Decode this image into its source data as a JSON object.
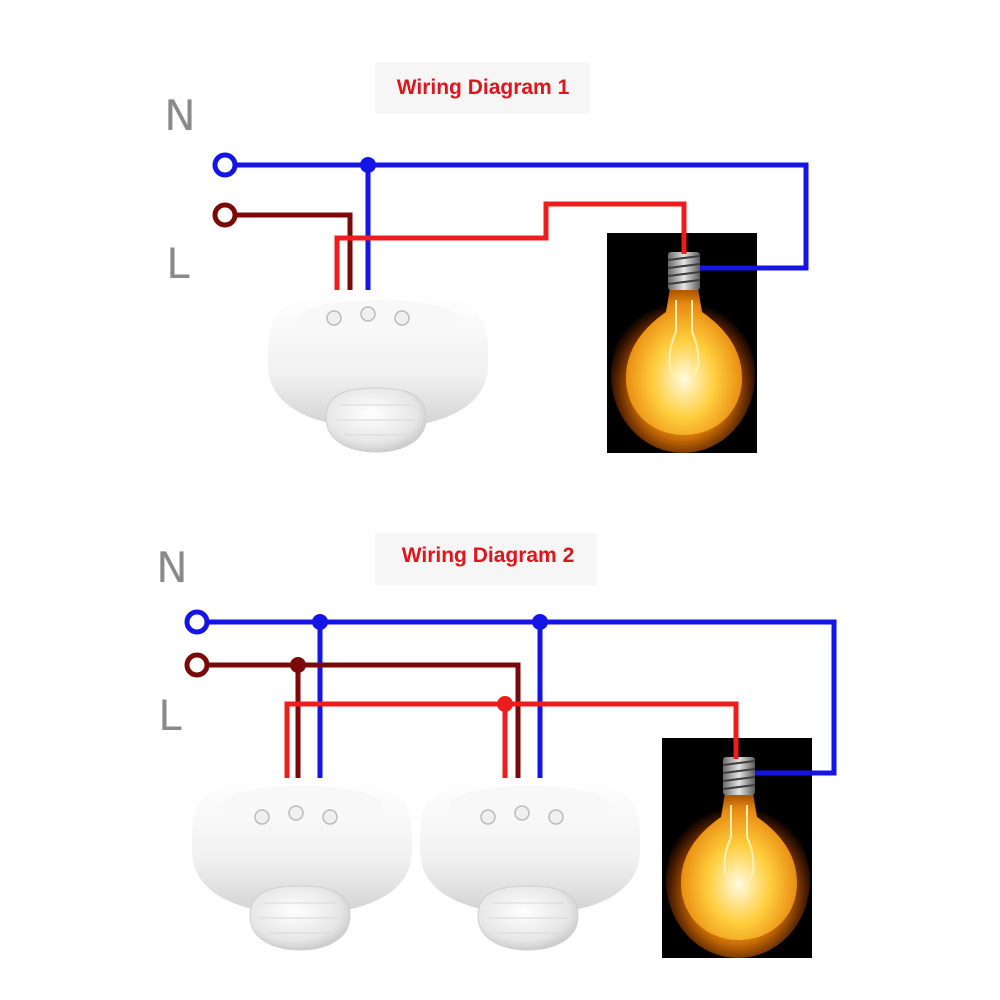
{
  "colors": {
    "neutral_wire": "#1414e6",
    "live_wire": "#7a0a0a",
    "load_wire": "#ee1c1c",
    "title": "#e0141c",
    "label": "#8a8a8a",
    "bulb_background": "#000000"
  },
  "diagram_1": {
    "title": "Wiring Diagram 1",
    "neutral_label": "N",
    "live_label": "L",
    "sensor_count": 1
  },
  "diagram_2": {
    "title": "Wiring Diagram 2",
    "neutral_label": "N",
    "live_label": "L",
    "sensor_count": 2
  },
  "icons": {
    "sensor": "motion-sensor-icon",
    "bulb": "light-bulb-icon",
    "terminal": "terminal-icon"
  }
}
